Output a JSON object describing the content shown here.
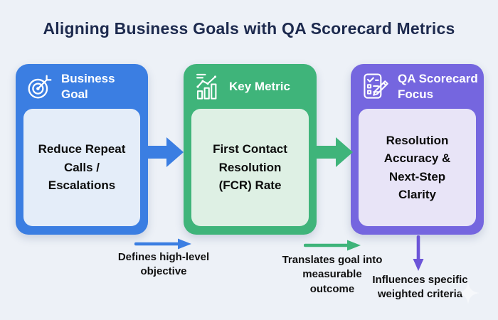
{
  "background": "#edf1f7",
  "title": {
    "text": "Aligning Business Goals with QA Scorecard Metrics",
    "color": "#1d2a4e"
  },
  "cards": [
    {
      "header": "Business Goal",
      "icon": "target-icon",
      "accent": "#3b7ee2",
      "body_bg": "#e4edf9",
      "body": "Reduce Repeat\nCalls /\nEscalations"
    },
    {
      "header": "Key Metric",
      "icon": "bar-chart-icon",
      "accent": "#3fb47a",
      "body_bg": "#def0e4",
      "body": "First Contact\nResolution\n(FCR) Rate"
    },
    {
      "header": "QA Scorecard\nFocus",
      "icon": "checklist-pencil-icon",
      "accent": "#7566df",
      "body_bg": "#e8e4f7",
      "body": "Resolution\nAccuracy &\nNext-Step\nClarity"
    }
  ],
  "flow_arrows": [
    {
      "from": "Business Goal",
      "to": "Key Metric",
      "color": "#3b7ee2"
    },
    {
      "from": "Key Metric",
      "to": "QA Scorecard Focus",
      "color": "#3fb47a"
    }
  ],
  "annotations": [
    {
      "text": "Defines high-level\nobjective",
      "arrow_direction": "right",
      "arrow_color": "#3b7ee2"
    },
    {
      "text": "Translates goal into\nmeasurable\noutcome",
      "arrow_direction": "right",
      "arrow_color": "#3fb47a"
    },
    {
      "text": "Influences specific\nweighted criteria",
      "arrow_direction": "down",
      "arrow_color": "#6c55d8"
    }
  ],
  "watermark": {
    "icon": "sparkle-icon",
    "color": "#ffffff"
  }
}
